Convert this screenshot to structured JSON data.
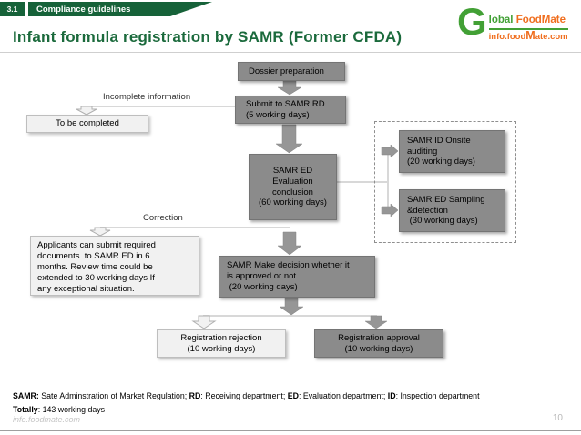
{
  "slide": {
    "section_number": "3.1",
    "section_title": "Compliance guidelines",
    "title": "Infant formula registration by SAMR (Former CFDA)",
    "page_number": "10",
    "watermark": "info.foodmate.com"
  },
  "logo": {
    "g": "G",
    "name_rest": "lobal ",
    "name_accent": "FoodMate",
    "url_pre": "info.food",
    "url_m": "M",
    "url_post": "ate.com"
  },
  "flowchart": {
    "boxes": {
      "dossier": "Dossier preparation",
      "submit": "Submit to SAMR RD\n(5 working days)",
      "to_be_completed": "To be completed",
      "evaluation": "SAMR ED\nEvaluation\nconclusion\n(60 working days)",
      "onsite": "SAMR ID Onsite\nauditing\n(20 working days)",
      "sampling": "SAMR ED Sampling\n&detection\n (30 working days)",
      "applicants_note": "Applicants can submit required\ndocuments  to SAMR ED in 6\nmonths. Review time could be\nextended to 30 working days If\nany exceptional situation.",
      "decision": "SAMR Make decision whether it\nis approved or not\n (20 working days)",
      "rejection": "Registration rejection\n(10 working days)",
      "approval": "Registration approval\n(10 working days)"
    },
    "labels": {
      "incomplete": "Incomplete information",
      "correction": "Correction"
    }
  },
  "footnote": {
    "line1": [
      "SAMR:",
      " Sate Adminstration of Market Regulation; ",
      "RD",
      ": Receiving department; ",
      "ED",
      ": Evaluation department; ",
      "ID",
      ": Inspection department"
    ],
    "line2": [
      "Totally",
      ": 143 working days"
    ]
  },
  "colors": {
    "brand_green": "#166239",
    "logo_green": "#42a035",
    "logo_orange": "#f06e1e",
    "box_gray": "#8b8b8b",
    "box_light": "#f1f1f1"
  }
}
